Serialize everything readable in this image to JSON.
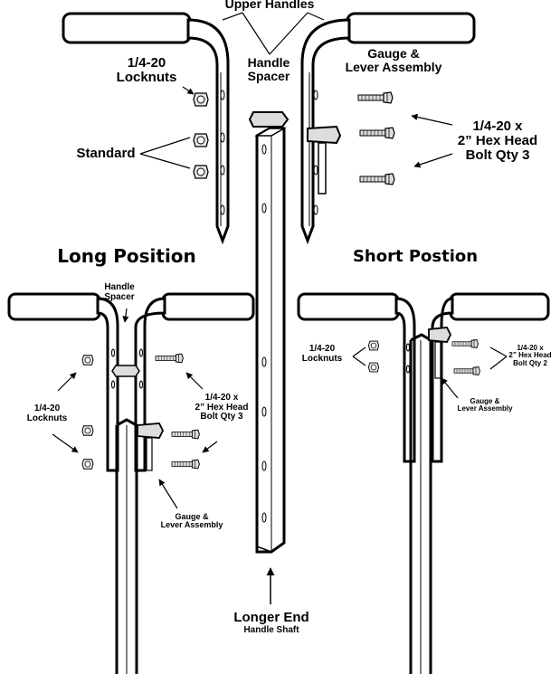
{
  "labels": {
    "upper_handles": "Upper Handles",
    "handle_spacer_top": [
      "Handle",
      "Spacer"
    ],
    "gauge_lever_top": [
      "Gauge &",
      "Lever Assembly"
    ],
    "locknuts_top": [
      "1/4-20",
      "Locknuts"
    ],
    "standard": "Standard",
    "bolts_top": [
      "1/4-20 x",
      "2” Hex Head",
      "Bolt Qty 3"
    ],
    "long_position": "Long Position",
    "short_position": "Short Postion",
    "handle_spacer_long": [
      "Handle",
      "Spacer"
    ],
    "locknuts_long": [
      "1/4-20",
      "Locknuts"
    ],
    "bolts_long": [
      "1/4-20 x",
      "2” Hex Head",
      "Bolt Qty 3"
    ],
    "gauge_lever_long": [
      "Gauge &",
      "Lever Assembly"
    ],
    "locknuts_short": [
      "1/4-20",
      "Locknuts"
    ],
    "bolts_short": [
      "1/4-20 x",
      "2” Hex Head",
      "Bolt Qty 2"
    ],
    "gauge_lever_short": [
      "Gauge &",
      "Lever Assembly"
    ],
    "longer_end": "Longer End",
    "handle_shaft": "Handle Shaft"
  },
  "colors": {
    "ink": "#000000",
    "paper": "#ffffff",
    "metal": "#d8d8d8"
  }
}
